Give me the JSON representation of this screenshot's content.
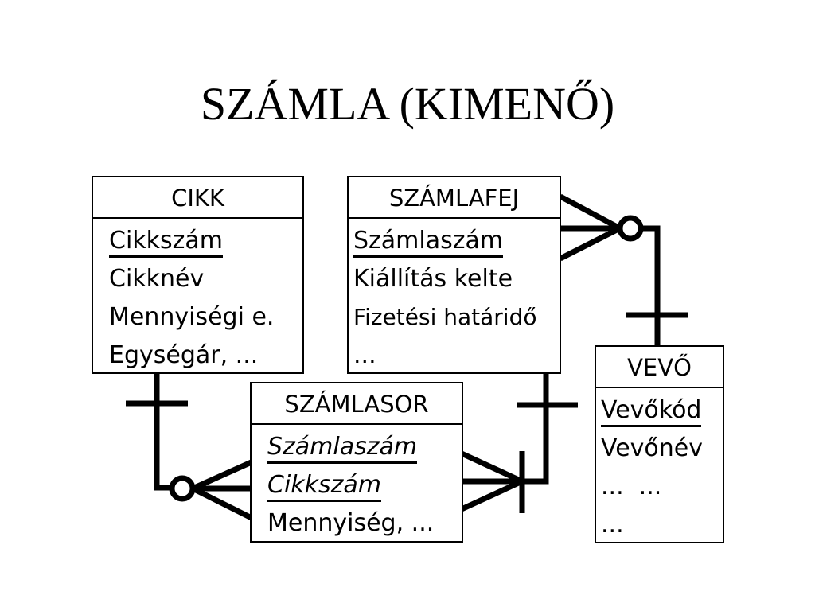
{
  "title": "SZÁMLA (KIMENŐ)",
  "entities": {
    "cikk": {
      "name": "CIKK",
      "attributes": [
        {
          "text": "Cikkszám",
          "key": true
        },
        {
          "text": "Cikknév",
          "key": false
        },
        {
          "text": "Mennyiségi e.",
          "key": false
        },
        {
          "text": "Egységár, ...",
          "key": false
        }
      ]
    },
    "szamlafej": {
      "name": "SZÁMLAFEJ",
      "attributes": [
        {
          "text": "Számlaszám",
          "key": true
        },
        {
          "text": "Kiállítás kelte",
          "key": false
        },
        {
          "text": "Fizetési határidő",
          "key": false
        },
        {
          "text": "...",
          "key": false
        }
      ]
    },
    "szamlasor": {
      "name": "SZÁMLASOR",
      "attributes": [
        {
          "text": "Számlaszám",
          "key": true
        },
        {
          "text": "Cikkszám",
          "key": true
        },
        {
          "text": "Mennyiség, ...",
          "key": false
        }
      ]
    },
    "vevo": {
      "name": "VEVŐ",
      "attributes": [
        {
          "text": "Vevőkód",
          "key": true
        },
        {
          "text": "Vevőnév",
          "key": false
        },
        {
          "text": "...  ...",
          "key": false
        },
        {
          "text": "...",
          "key": false
        }
      ]
    }
  },
  "relationships": [
    {
      "from": "cikk",
      "from_cardinality": "one",
      "to": "szamlasor",
      "to_cardinality": "zero-or-many"
    },
    {
      "from": "szamlafej",
      "from_cardinality": "one",
      "to": "szamlasor",
      "to_cardinality": "many"
    },
    {
      "from": "vevo",
      "from_cardinality": "one",
      "to": "szamlafej",
      "to_cardinality": "zero-or-many"
    }
  ]
}
